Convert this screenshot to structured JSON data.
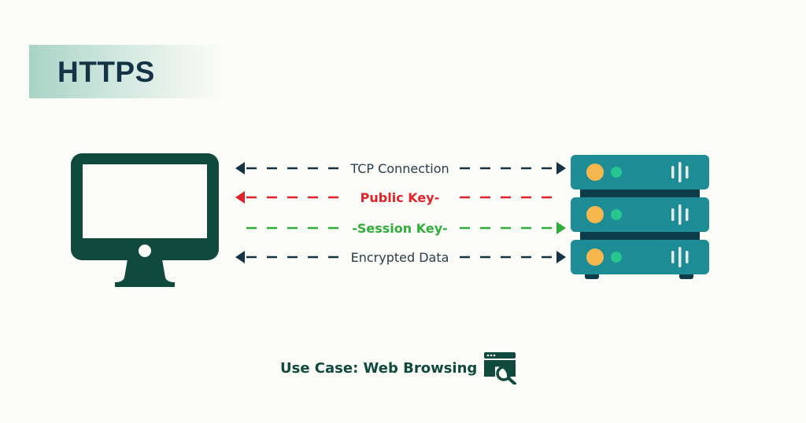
{
  "title": "HTTPS",
  "client": {
    "icon": "monitor-icon"
  },
  "server": {
    "icon": "server-rack-icon",
    "units": 3
  },
  "flows": [
    {
      "label": "TCP Connection",
      "direction": "both",
      "color": "#143446"
    },
    {
      "label": "Public Key-",
      "direction": "to-client",
      "color": "#e0222b"
    },
    {
      "label": "-Session Key-",
      "direction": "to-server",
      "color": "#2fae3a"
    },
    {
      "label": "Encrypted Data",
      "direction": "both",
      "color": "#143446"
    }
  ],
  "footer": {
    "label": "Use Case: Web Browsing",
    "icon": "web-browsing-search-icon"
  },
  "colors": {
    "monitor": "#0f4a3c",
    "server_body": "#1e8c94",
    "server_gap": "#0d3d4a",
    "led_orange": "#f6b84e",
    "led_green": "#25c690",
    "vent": "#e6ecec"
  }
}
